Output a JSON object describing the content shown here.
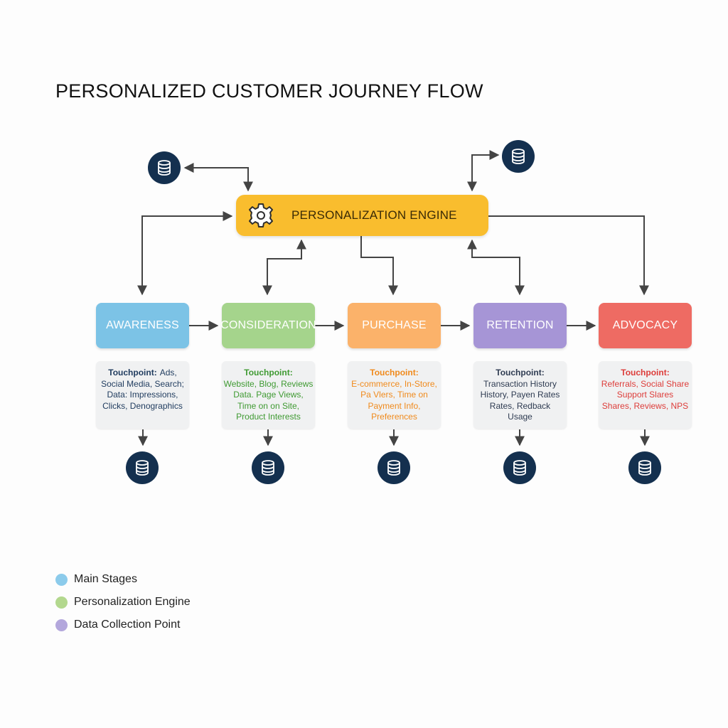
{
  "title": "PERSONALIZED CUSTOMER JOURNEY FLOW",
  "engine": {
    "label": "PERSONALIZATION ENGINE",
    "icon": "gear-icon",
    "color": "#f9bd2e"
  },
  "stages": [
    {
      "label": "AWARENESS",
      "color": "#7cc3e6",
      "text_color": "#1f3b5e",
      "touchpoint_label": "Touchpoint:",
      "lines": [
        "Ads,",
        "Social Media, Search;",
        "Data: Impressions,",
        "Clicks, Denographics"
      ]
    },
    {
      "label": "CONSIDERATION",
      "color": "#a5d48c",
      "text_color": "#3f9a32",
      "touchpoint_label": "Touchpoint:",
      "lines": [
        "Website, Blog, Reviews",
        "Data. Page Views,",
        "Time on on Site,",
        "Product Interests"
      ]
    },
    {
      "label": "PURCHASE",
      "color": "#fbb26a",
      "text_color": "#f08a1c",
      "touchpoint_label": "Touchpoint:",
      "lines": [
        "E-commerce, In-Store,",
        "Pa Vlers, Time on",
        "Payment Info,",
        "Preferences"
      ]
    },
    {
      "label": "RETENTION",
      "color": "#a695d6",
      "text_color": "#2f3c52",
      "touchpoint_label": "Touchpoint:",
      "lines": [
        "Transaction History",
        "History, Payen Rates",
        "Rates, Redback",
        "Usage"
      ]
    },
    {
      "label": "ADVOCACY",
      "color": "#ee6b63",
      "text_color": "#dd3d3a",
      "touchpoint_label": "Touchpoint:",
      "lines": [
        "Referrals, Social Share",
        "Support Slares",
        "Shares, Reviews, NPS"
      ]
    }
  ],
  "data_icon": "database-icon",
  "legend": [
    {
      "label": "Main Stages",
      "color": "#8ccbeb"
    },
    {
      "label": "Personalization Engine",
      "color": "#b3d88e"
    },
    {
      "label": "Data Collection Point",
      "color": "#b3a7dc"
    }
  ]
}
